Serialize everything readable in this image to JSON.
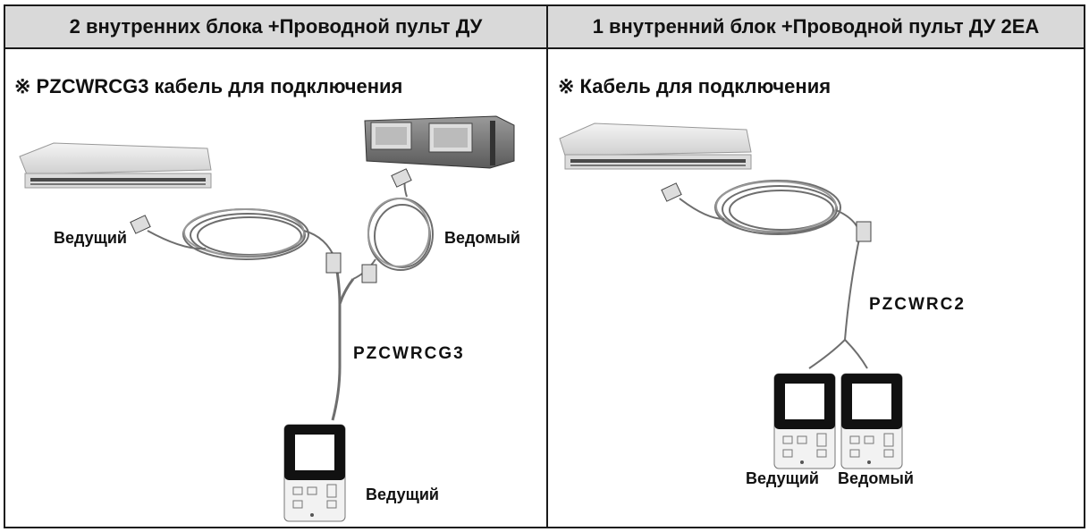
{
  "left_panel": {
    "header": "2 внутренних блока +Проводной пульт ДУ",
    "note": "※ PZCWRCG3 кабель для подключения",
    "label_master_top": "Ведущий",
    "label_slave": "Ведомый",
    "cable_model": "PZCWRCG3",
    "label_master_remote": "Ведущий"
  },
  "right_panel": {
    "header": "1 внутренний блок +Проводной пульт ДУ 2EA",
    "note": "※ Кабель для подключения",
    "cable_model": "PZCWRC2",
    "label_master": "Ведущий",
    "label_slave": "Ведомый"
  }
}
